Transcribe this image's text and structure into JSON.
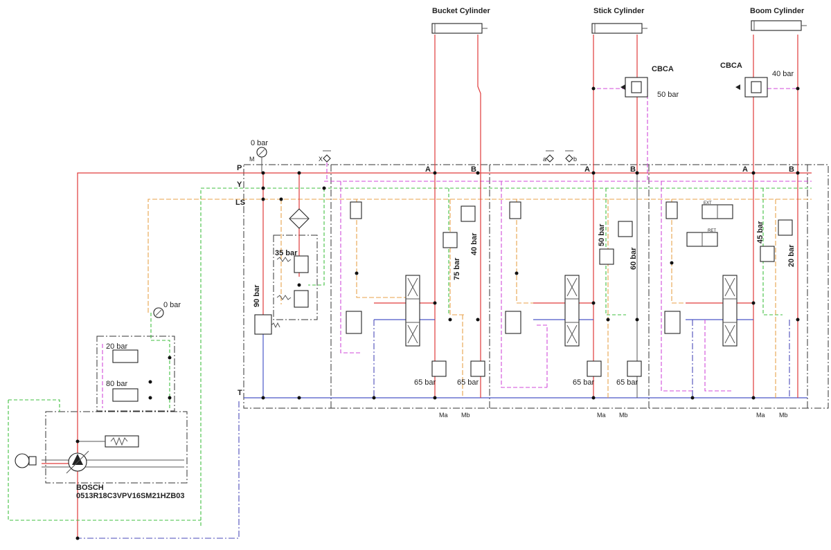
{
  "cylinders": {
    "bucket": "Bucket Cylinder",
    "stick": "Stick Cylinder",
    "boom": "Boom Cylinder"
  },
  "cbca": {
    "stick": "CBCA",
    "boom": "CBCA"
  },
  "pressures": {
    "gauge_top": "0 bar",
    "gauge_pump": "0 bar",
    "p20": "20 bar",
    "p80": "80 bar",
    "p35": "35 bar",
    "p90": "90 bar",
    "bucket_40": "40 bar",
    "bucket_75": "75 bar",
    "bucket_65a": "65 bar",
    "bucket_65b": "65 bar",
    "stick_50": "50 bar",
    "stick_60": "60 bar",
    "stick_65a": "65 bar",
    "stick_65b": "65 bar",
    "stick_cbca": "50 bar",
    "boom_45": "45 bar",
    "boom_20": "20 bar",
    "boom_cbca": "40 bar"
  },
  "ports": {
    "P": "P",
    "Y": "Y",
    "LS": "LS",
    "T": "T",
    "M": "M",
    "X": "X",
    "a": "a",
    "b": "b",
    "A1": "A",
    "B1": "B",
    "A2": "A",
    "B2": "B",
    "A3": "A",
    "B3": "B",
    "Ma1": "Ma",
    "Mb1": "Mb",
    "Ma2": "Ma",
    "Mb2": "Mb",
    "Ma3": "Ma",
    "Mb3": "Mb"
  },
  "pump": {
    "brand": "BOSCH",
    "model": "0513R18C3VPV16SM21HZB03"
  },
  "small_labels": {
    "ext": "EXT",
    "ret": "RET"
  }
}
